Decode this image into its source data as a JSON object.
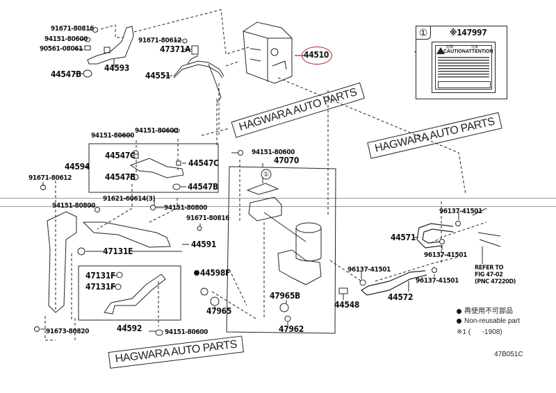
{
  "diagram": {
    "figure_id": "47B051C",
    "parts": {
      "p91671_80816_top": "91671-80816",
      "p94151_80600_top": "94151-80600",
      "p90561_08061": "90561-08061",
      "p44547B_top": "44547B",
      "p44593": "44593",
      "p91671_80612_top": "91671-80612",
      "p47371A": "47371A",
      "p44551": "44551",
      "p44510": "44510",
      "p94151_80600_a": "94151-80600",
      "p94151_80600_b": "94151-80600",
      "p44547C_left": "44547C",
      "p44547C_right": "44547C",
      "p44594": "44594",
      "p44547B_left": "44547B",
      "p44547B_right": "44547B",
      "p91671_80612_left": "91671-80612",
      "p91621_60614": "91621-60614(3)",
      "p94151_80800_left": "94151-80800",
      "p94151_80800_right": "94151-80800",
      "p91671_80816_mid": "91671-80816",
      "p44591": "44591",
      "p47131E": "47131E",
      "p47131F_a": "47131F",
      "p47131F_b": "47131F",
      "p44592": "44592",
      "p91673_80820": "91673-80820",
      "p94151_80600_bottom": "94151-80600",
      "p44598F": "44598F",
      "p47965": "47965",
      "p94151_80600_center": "94151-80600",
      "p47070": "47070",
      "p47965B": "47965B",
      "p47962": "47962",
      "p96137_41501_a": "96137-41501",
      "p96137_41501_b": "96137-41501",
      "p96137_41501_c": "96137-41501",
      "p96137_41501_d": "96137-41501",
      "p44571": "44571",
      "p44572": "44572",
      "p44548": "44548"
    },
    "reference_note": [
      "REFER TO",
      "FIG 47-02",
      "(PNC 47220D)"
    ],
    "label_callout": {
      "marker": "①",
      "part_number": "※147997",
      "sticker_heading_left": "CAUTION",
      "sticker_heading_right": "ATTENTION",
      "sticker_heading_left_jp": "危険",
      "sticker_heading_right_jp": "注意"
    },
    "callout_marker_center": "①",
    "watermarks": [
      "HAGWARA AUTO PARTS",
      "HAGWARA AUTO PARTS",
      "HAGWARA AUTO PARTS"
    ],
    "legend": {
      "nonreusable_jp": "再使用不可部品",
      "nonreusable_en": "Non-reusable part",
      "note": "※1 (      -1908)"
    },
    "highlight_color": "#b0202a"
  }
}
